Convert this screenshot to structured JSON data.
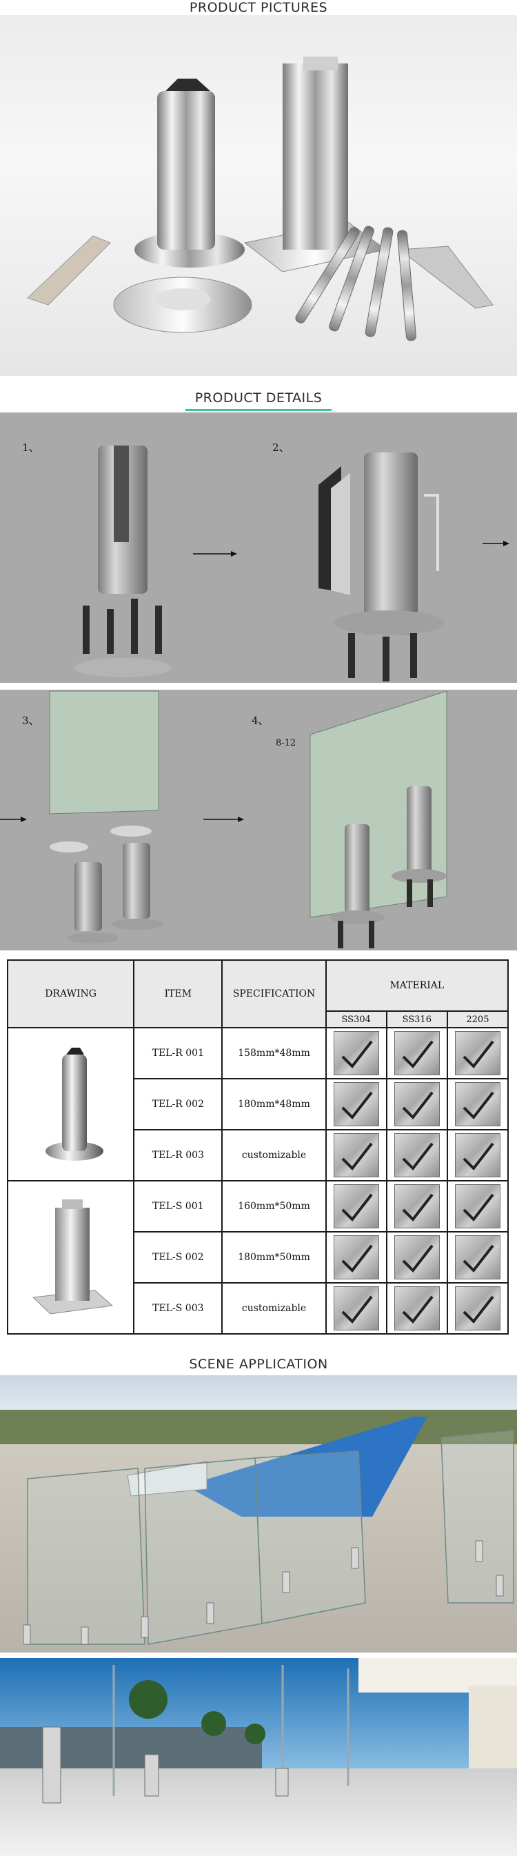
{
  "sections": {
    "pictures": "PRODUCT PICTURES",
    "details": "PRODUCT DETAILS",
    "scene": "SCENE APPLICATION"
  },
  "steps": {
    "s1": "1、",
    "s2": "2、",
    "s3": "3、",
    "s4": "4、",
    "gap_label": "8-12"
  },
  "table": {
    "headers": {
      "drawing": "DRAWING",
      "item": "ITEM",
      "specification": "SPECIFICATION",
      "material": "MATERIAL"
    },
    "materials": [
      "SS304",
      "SS316",
      "2205"
    ],
    "rows": [
      {
        "item": "TEL-R 001",
        "spec": "158mm*48mm"
      },
      {
        "item": "TEL-R 002",
        "spec": "180mm*48mm"
      },
      {
        "item": "TEL-R 003",
        "spec": "customizable"
      },
      {
        "item": "TEL-S 001",
        "spec": "160mm*50mm"
      },
      {
        "item": "TEL-S 002",
        "spec": "180mm*50mm"
      },
      {
        "item": "TEL-S 003",
        "spec": "customizable"
      }
    ]
  },
  "icons": {
    "check": "check-mark-icon",
    "arrow": "arrow-right-icon"
  }
}
